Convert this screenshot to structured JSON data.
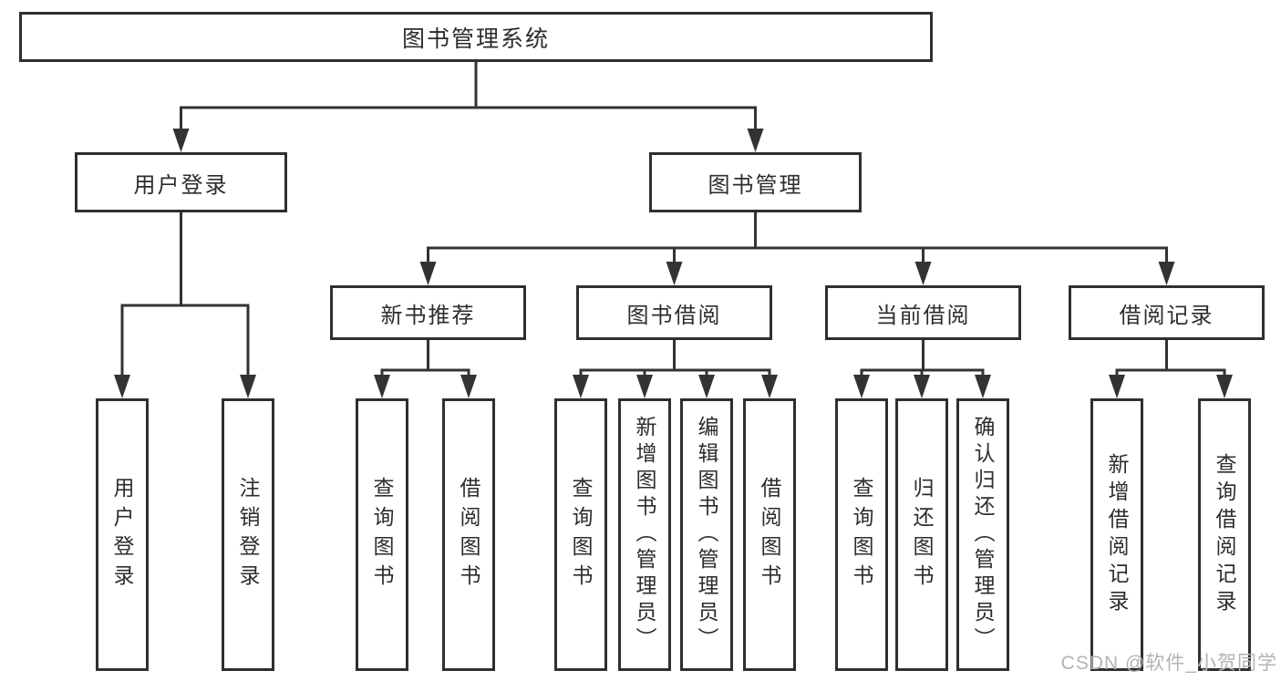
{
  "tree": {
    "root": "图书管理系统",
    "branches": [
      {
        "label": "用户登录",
        "leaves": [
          "用户登录",
          "注销登录"
        ]
      },
      {
        "label": "图书管理",
        "groups": [
          {
            "label": "新书推荐",
            "leaves": [
              "查询图书",
              "借阅图书"
            ]
          },
          {
            "label": "图书借阅",
            "leaves": [
              "查询图书",
              "新增图书（管理员）",
              "编辑图书（管理员）",
              "借阅图书"
            ]
          },
          {
            "label": "当前借阅",
            "leaves": [
              "查询图书",
              "归还图书",
              "确认归还（管理员）"
            ]
          },
          {
            "label": "借阅记录",
            "leaves": [
              "新增借阅记录",
              "查询借阅记录"
            ]
          }
        ]
      }
    ]
  },
  "watermark": "CSDN @软件_小贺同学",
  "colors": {
    "line": "#333333",
    "box_border": "#2f2f2f",
    "text": "#2d2d2d",
    "watermark": "#b3b3b3",
    "background": "#ffffff"
  }
}
